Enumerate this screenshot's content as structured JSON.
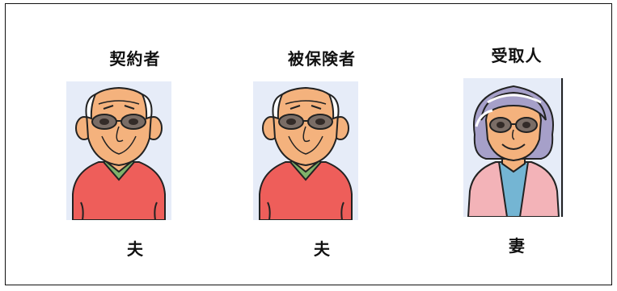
{
  "figure": {
    "parties": [
      {
        "role": "契約者",
        "relation": "夫",
        "icon": "elderly-man-icon"
      },
      {
        "role": "被保険者",
        "relation": "夫",
        "icon": "elderly-man-icon"
      },
      {
        "role": "受取人",
        "relation": "妻",
        "icon": "elderly-woman-icon"
      }
    ]
  },
  "colors": {
    "portrait_background": "#e6ecf8",
    "skin": "#f4b27d",
    "sweater": "#ee5e5a",
    "collar": "#7fb26a",
    "glasses": "#7a6d66",
    "woman_hair": "#a6a0c9",
    "woman_cardigan": "#f3b3b8",
    "woman_blouse": "#74b5d3"
  }
}
